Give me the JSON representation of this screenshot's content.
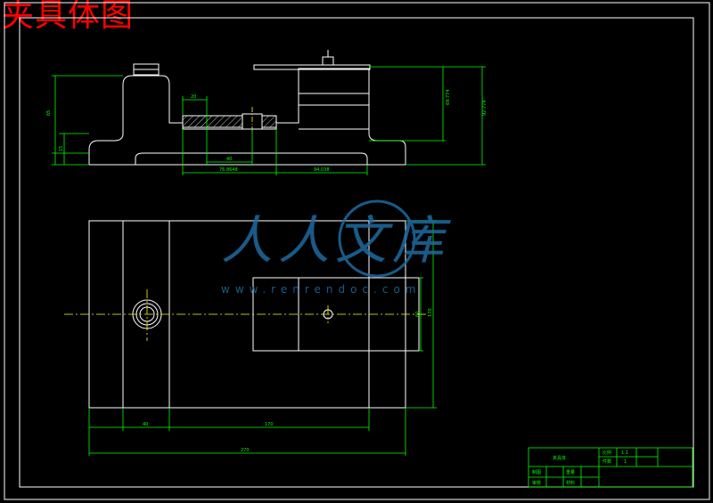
{
  "title": "夹具体图",
  "colors": {
    "background": "#000000",
    "outline": "#ffffff",
    "dimension": "#00ff00",
    "centerline": "#ffff00",
    "title": "#ff0000",
    "watermark": "#1e6aa0"
  },
  "dimensions": {
    "height_left": "65",
    "height_left_small": "15",
    "width_slot": "20",
    "width_40_top": "40",
    "width_76": "76.8648",
    "width_94": "94.038",
    "height_69": "69.774",
    "height_92": "92.774",
    "plan_40": "40",
    "plan_170": "170",
    "plan_270": "270",
    "plan_height": "170",
    "plan_small": "60"
  },
  "watermark": {
    "brand": "人人文库",
    "url": "www.renrendoc.com"
  },
  "title_block": {
    "part_name": "夹具体",
    "scale_label": "比例",
    "scale_value": "1:1",
    "qty_label": "件数",
    "qty_value": "1",
    "designer_label": "制图",
    "checker_label": "审核",
    "weight_label": "重量",
    "material_label": "材料"
  }
}
